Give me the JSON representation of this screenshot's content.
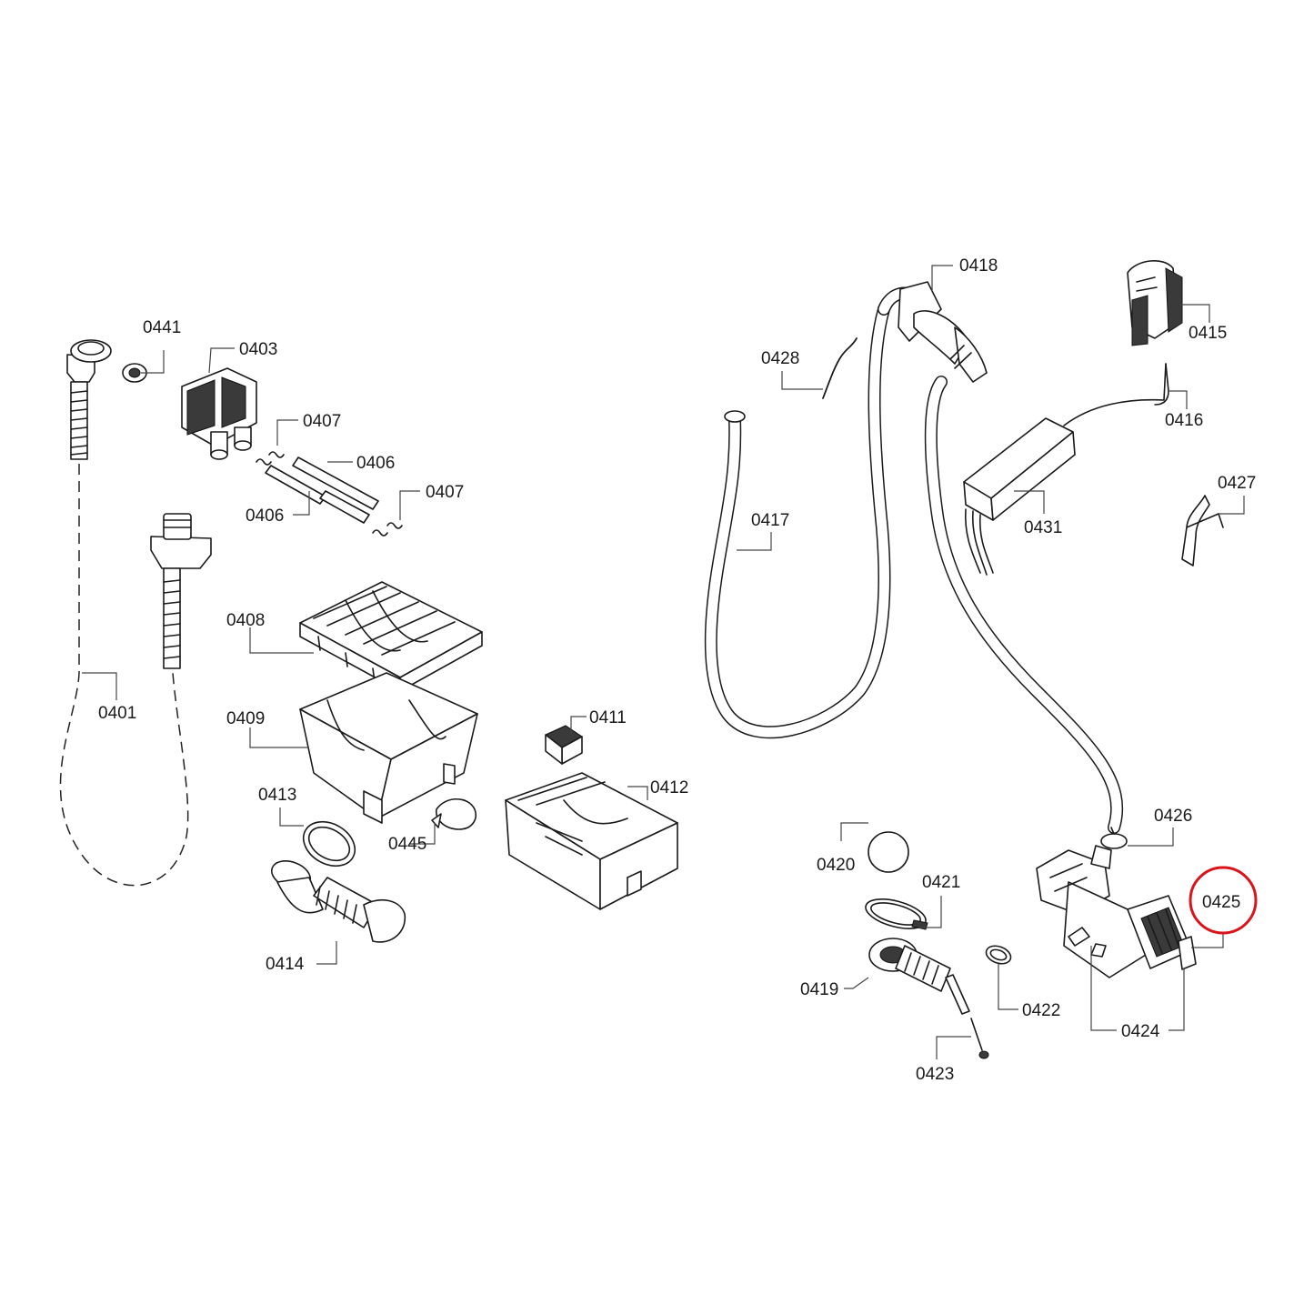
{
  "diagram": {
    "highlight_color": "#d9141b",
    "highlighted_part": "0425",
    "labels": {
      "p0401": "0401",
      "p0403": "0403",
      "p0406a": "0406",
      "p0406b": "0406",
      "p0407a": "0407",
      "p0407b": "0407",
      "p0408": "0408",
      "p0409": "0409",
      "p0411": "0411",
      "p0412": "0412",
      "p0413": "0413",
      "p0414": "0414",
      "p0415": "0415",
      "p0416": "0416",
      "p0417": "0417",
      "p0418": "0418",
      "p0419": "0419",
      "p0420": "0420",
      "p0421": "0421",
      "p0422": "0422",
      "p0423": "0423",
      "p0424": "0424",
      "p0425": "0425",
      "p0426": "0426",
      "p0427": "0427",
      "p0428": "0428",
      "p0431": "0431",
      "p0441": "0441",
      "p0445": "0445"
    }
  }
}
